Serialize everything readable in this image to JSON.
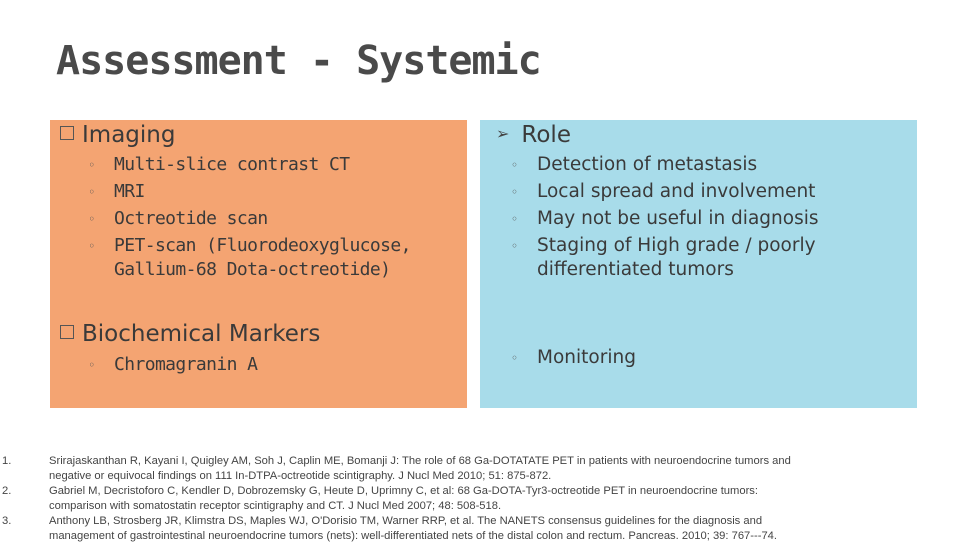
{
  "slide": {
    "title": "Assessment - Systemic"
  },
  "left_panel": {
    "imaging": {
      "heading": "Imaging",
      "items": [
        "Multi-slice contrast CT",
        "MRI",
        "Octreotide scan",
        "PET-scan (Fluorodeoxyglucose,",
        "Gallium-68 Dota-octreotide)"
      ]
    },
    "biochemical": {
      "heading": "Biochemical Markers",
      "items": [
        "Chromagranin A"
      ]
    },
    "color": "#f4a472"
  },
  "right_panel": {
    "role": {
      "heading": "Role",
      "items": [
        "Detection of metastasis",
        "Local spread and involvement",
        "May not be useful in diagnosis",
        "Staging of High grade / poorly",
        "differentiated tumors"
      ]
    },
    "monitoring": "Monitoring",
    "color": "#a8dcea"
  },
  "references": [
    {
      "num": "1.",
      "line1": "Srirajaskanthan R, Kayani I, Quigley AM, Soh J, Caplin ME, Bomanji J: The role of 68 Ga-DOTATATE PET in patients with neuroendocrine tumors and",
      "line2": "negative or equivocal findings on 111 In-DTPA-octreotide scintigraphy. J Nucl Med 2010; 51: 875-872."
    },
    {
      "num": "2.",
      "line1": "Gabriel M, Decristoforo C, Kendler D, Dobrozemsky G, Heute D, Uprimny C, et al: 68 Ga-DOTA-Tyr3-octreotide PET in neuroendocrine tumors:",
      "line2": "comparison with somatostatin receptor scintigraphy and CT. J Nucl Med 2007; 48: 508-518."
    },
    {
      "num": "3.",
      "line1": "Anthony LB, Strosberg JR, Klimstra DS, Maples WJ, O'Dorisio TM, Warner RRP, et al. The NANETS consensus guidelines for the diagnosis and",
      "line2": "management of gastrointestinal neuroendocrine tumors (nets): well-differentiated nets of the distal colon and rectum. Pancreas. 2010; 39: 767---74."
    }
  ]
}
